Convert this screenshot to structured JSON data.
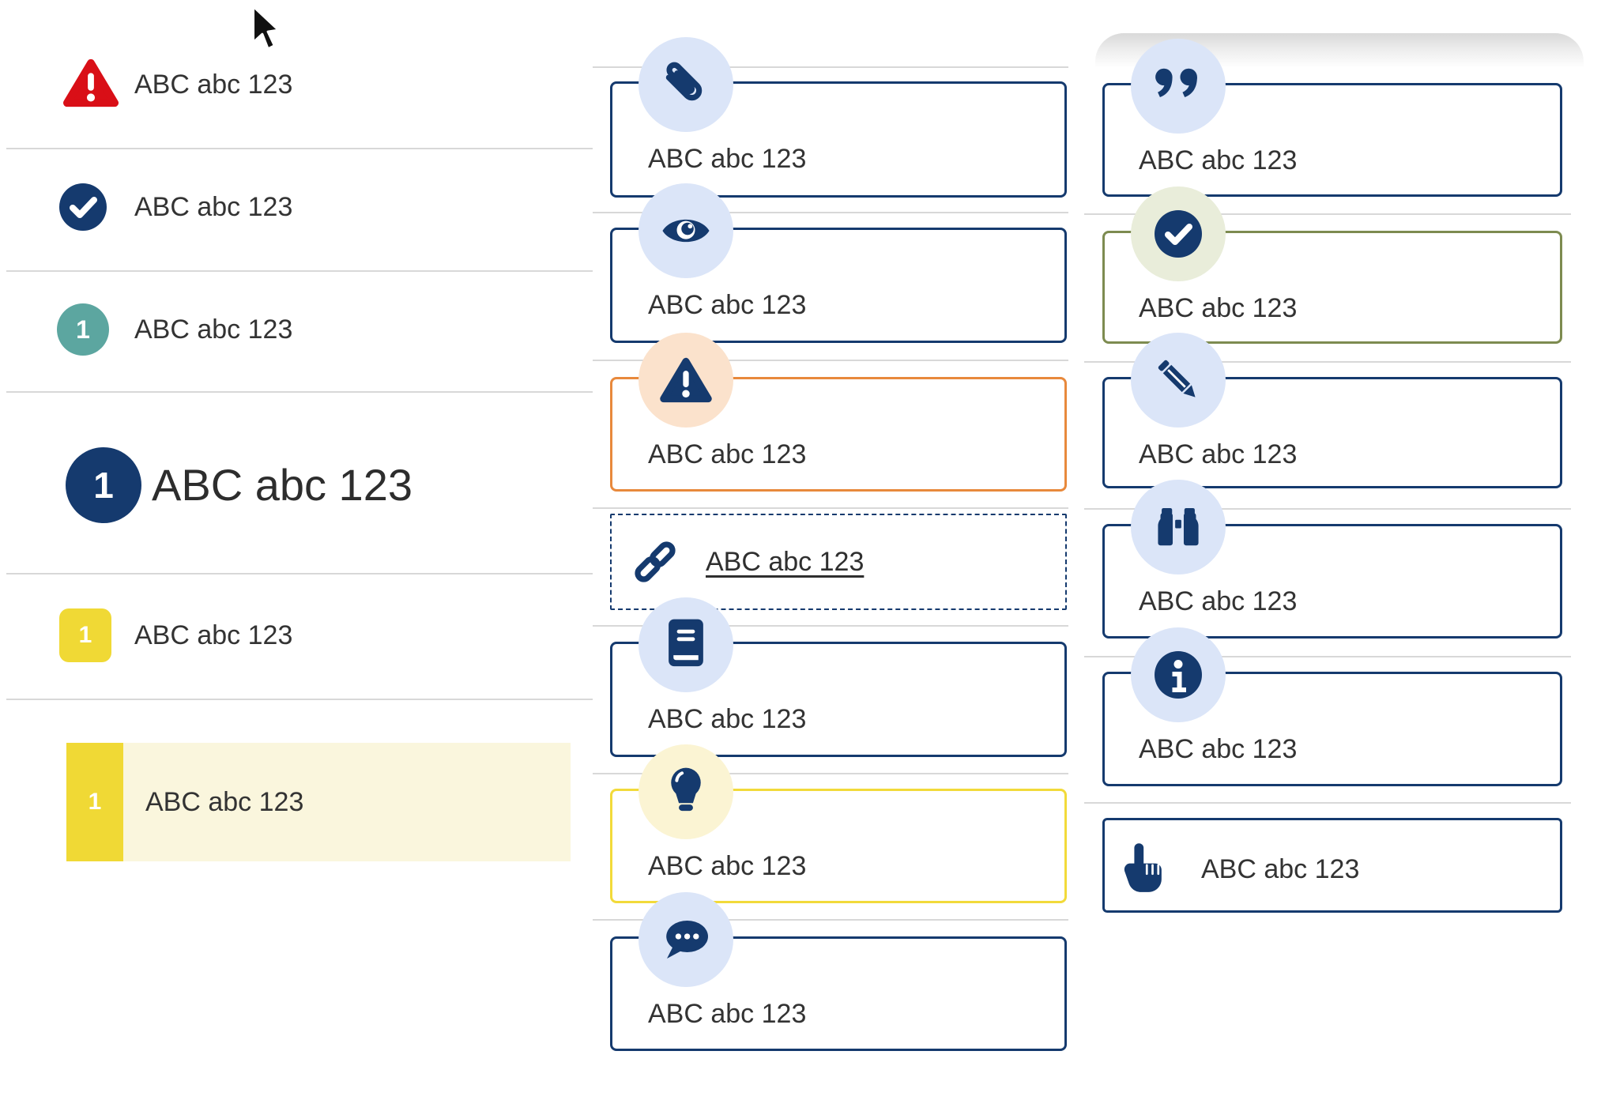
{
  "colors": {
    "navy": "#153a6e",
    "light_blue_circle": "#dbe5f8",
    "peach_circle": "#fbe2cc",
    "orange_border": "#e8893c",
    "cream_circle": "#fbf4d3",
    "yellow_border": "#f2da3a",
    "yellow_badge": "#f0d935",
    "row_highlight": "#faf6dd",
    "teal_badge": "#5ca6a0",
    "red_warning": "#d90f17",
    "olive_border": "#7d8b50",
    "sage_circle": "#e9edda",
    "text": "#333333",
    "divider": "#d8d8d8"
  },
  "left": {
    "items": [
      {
        "icon": "warning-triangle-icon",
        "label": "ABC abc 123"
      },
      {
        "icon": "check-circle-icon",
        "label": "ABC abc 123"
      },
      {
        "icon": "number-badge-teal",
        "badge": "1",
        "label": "ABC abc 123"
      },
      {
        "icon": "number-badge-navy-large",
        "badge": "1",
        "label": "ABC abc 123"
      },
      {
        "icon": "number-badge-yellow",
        "badge": "1",
        "label": "ABC abc 123"
      },
      {
        "icon": "number-badge-yellow-highlighted",
        "badge": "1",
        "label": "ABC abc 123"
      }
    ]
  },
  "middle": {
    "boxes": [
      {
        "icon": "paperclip-icon",
        "style": "navy",
        "label": "ABC abc 123"
      },
      {
        "icon": "eye-icon",
        "style": "navy",
        "label": "ABC abc 123"
      },
      {
        "icon": "warning-triangle-icon",
        "style": "orange",
        "label": "ABC abc 123"
      },
      {
        "icon": "link-icon",
        "style": "dashed-link",
        "label": "ABC abc 123"
      },
      {
        "icon": "book-icon",
        "style": "navy",
        "label": "ABC abc 123"
      },
      {
        "icon": "lightbulb-icon",
        "style": "yellow",
        "label": "ABC abc 123"
      },
      {
        "icon": "chat-bubble-icon",
        "style": "navy",
        "label": "ABC abc 123"
      }
    ]
  },
  "right": {
    "boxes": [
      {
        "icon": "quote-icon",
        "style": "navy",
        "label": "ABC abc 123"
      },
      {
        "icon": "check-circle-icon",
        "style": "green",
        "label": "ABC abc 123"
      },
      {
        "icon": "pencil-icon",
        "style": "navy",
        "label": "ABC abc 123"
      },
      {
        "icon": "binoculars-icon",
        "style": "navy",
        "label": "ABC abc 123"
      },
      {
        "icon": "info-circle-icon",
        "style": "navy",
        "label": "ABC abc 123"
      },
      {
        "icon": "hand-pointer-icon",
        "style": "hand",
        "label": "ABC abc 123"
      }
    ]
  }
}
